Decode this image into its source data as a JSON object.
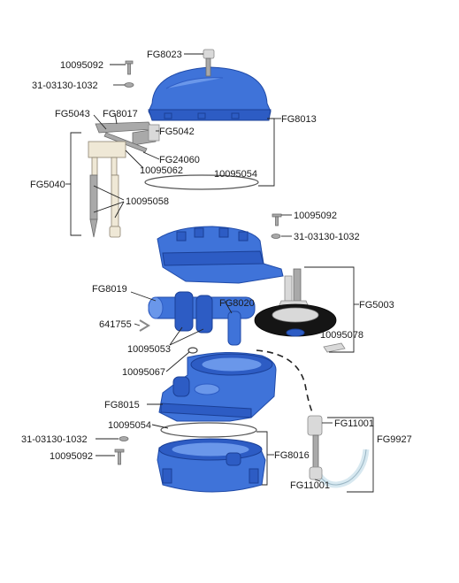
{
  "parts": {
    "cap_knob": "FG8023",
    "screw_top": "10095092",
    "washer_top": "31-03130-1032",
    "bracket_a": "FG5043",
    "bracket_b": "FG8017",
    "bracket_c": "FG5042",
    "dome_cover": "FG8013",
    "clip": "FG24060",
    "pin": "10095062",
    "oring_top": "10095054",
    "float_assembly": "FG5040",
    "float_stem": "10095058",
    "screw_mid": "10095092",
    "washer_mid": "31-03130-1032",
    "pipe_manifold": "FG8019",
    "tee_fitting": "FG8020",
    "valve_assembly": "FG5003",
    "spring_clip": "641755",
    "seal_ring": "10095078",
    "oring_pair": "10095053",
    "small_oring": "10095067",
    "upper_housing": "FG8015",
    "oring_bottom": "10095054",
    "washer_bottom": "31-03130-1032",
    "screw_bottom": "10095092",
    "lower_housing": "FG8016",
    "fitting_top": "FG11001",
    "tube_assembly": "FG9927",
    "fitting_bottom": "FG11001"
  },
  "colors": {
    "housing_blue": "#3f73d9",
    "housing_blue_dark": "#2d5cc4",
    "metal_grey": "#a9a9a9",
    "leader_line": "#222222"
  }
}
